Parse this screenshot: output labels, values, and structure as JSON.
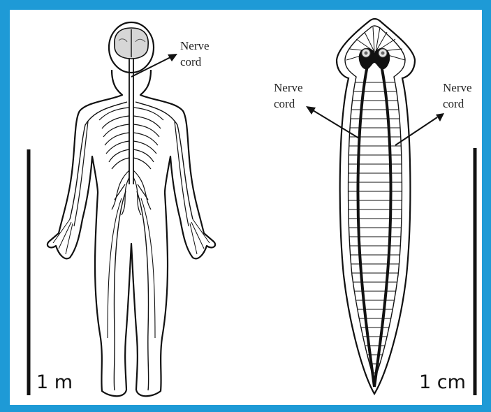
{
  "colors": {
    "frame": "#1e9ad6",
    "background": "#ffffff",
    "ink": "#111111",
    "brain": "#d6d6d6"
  },
  "human": {
    "label": {
      "line1": "Nerve",
      "line2": "cord"
    },
    "scale_label": "1 m"
  },
  "flatworm": {
    "label_left": {
      "line1": "Nerve",
      "line2": "cord"
    },
    "label_right": {
      "line1": "Nerve",
      "line2": "cord"
    },
    "scale_label": "1 cm"
  }
}
